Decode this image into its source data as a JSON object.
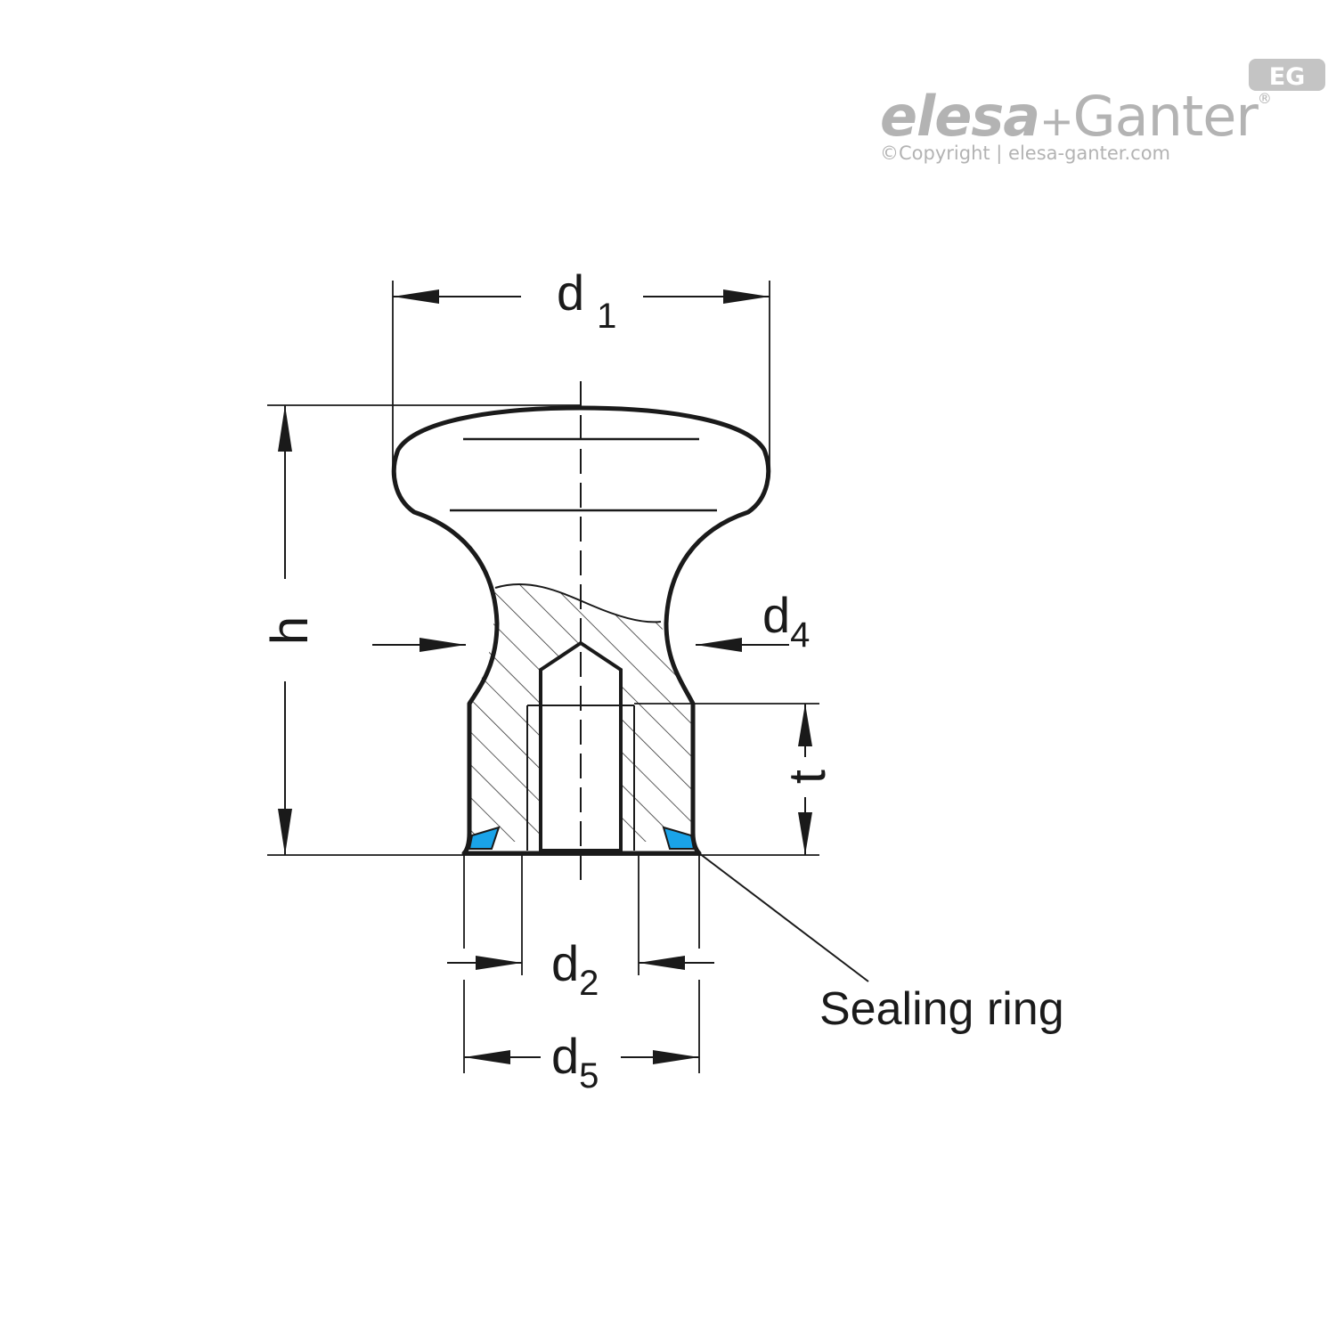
{
  "logo": {
    "brand_left": "elesa",
    "brand_plus": "+",
    "brand_right": "Ganter",
    "brand_mark": "®",
    "badge": "EG",
    "copyright": "©Copyright | elesa-ganter.com",
    "color": "#b3b3b3"
  },
  "dimensions": {
    "d1": {
      "letter": "d",
      "sub": "1"
    },
    "d2": {
      "letter": "d",
      "sub": "2"
    },
    "d4": {
      "letter": "d",
      "sub": "4"
    },
    "d5": {
      "letter": "d",
      "sub": "5"
    },
    "h": "h",
    "t": "t"
  },
  "callout": {
    "sealing_ring": "Sealing ring"
  },
  "colors": {
    "line": "#1a1a1a",
    "seal": "#1aa3e8"
  }
}
